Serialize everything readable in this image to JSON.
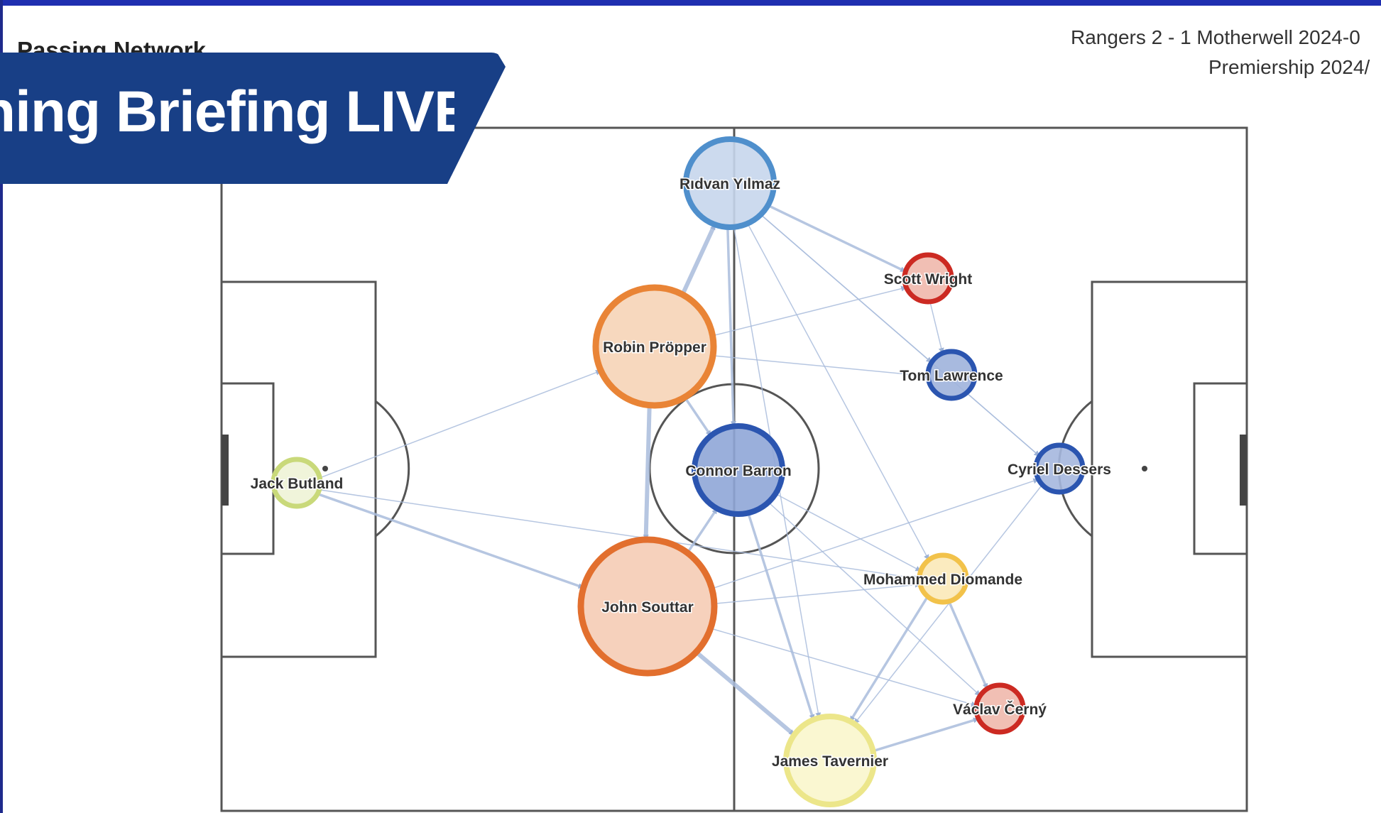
{
  "header": {
    "title": "Passing Network",
    "match_line_1": "Rangers 2 - 1 Motherwell 2024-0",
    "match_line_2": "Premiership 2024/"
  },
  "banner": {
    "text": "ning Briefing LIVE",
    "bg_color": "#183f86"
  },
  "players": [
    {
      "id": "butland",
      "name": "Jack Butland",
      "color": "#c9d97a",
      "fill": "#eef3d6",
      "size": "small"
    },
    {
      "id": "yilmaz",
      "name": "Rıdvan Yılmaz",
      "color": "#4f8fcc",
      "fill": "#c6d6ec",
      "size": "large"
    },
    {
      "id": "propper",
      "name": "Robin Pröpper",
      "color": "#e98436",
      "fill": "#f6d4b7",
      "size": "xlarge"
    },
    {
      "id": "souttar",
      "name": "John Souttar",
      "color": "#e26f2e",
      "fill": "#f5ccb5",
      "size": "xxlarge"
    },
    {
      "id": "barron",
      "name": "Connor Barron",
      "color": "#2b55b0",
      "fill": "#8fa6d7",
      "size": "large"
    },
    {
      "id": "wright",
      "name": "Scott Wright",
      "color": "#cc2a22",
      "fill": "#efb8ac",
      "size": "small"
    },
    {
      "id": "lawrence",
      "name": "Tom Lawrence",
      "color": "#2b55b0",
      "fill": "#9eb2dc",
      "size": "small"
    },
    {
      "id": "dessers",
      "name": "Cyriel Dessers",
      "color": "#2b55b0",
      "fill": "#a5b7de",
      "size": "small"
    },
    {
      "id": "diomande",
      "name": "Mohammed Diomande",
      "color": "#f2c24a",
      "fill": "#fbe9b8",
      "size": "small"
    },
    {
      "id": "cerny",
      "name": "Václav Černý",
      "color": "#cc2a22",
      "fill": "#efb8ac",
      "size": "small"
    },
    {
      "id": "tavernier",
      "name": "James Tavernier",
      "color": "#ece68a",
      "fill": "#f9f6cc",
      "size": "large"
    }
  ],
  "links": [
    [
      "butland",
      "souttar",
      "medium"
    ],
    [
      "butland",
      "propper",
      "thin"
    ],
    [
      "butland",
      "diomande",
      "thin"
    ],
    [
      "propper",
      "yilmaz",
      "thick"
    ],
    [
      "propper",
      "souttar",
      "thick"
    ],
    [
      "propper",
      "barron",
      "medium"
    ],
    [
      "propper",
      "wright",
      "thin"
    ],
    [
      "propper",
      "lawrence",
      "thin"
    ],
    [
      "souttar",
      "barron",
      "medium"
    ],
    [
      "souttar",
      "tavernier",
      "thick"
    ],
    [
      "souttar",
      "diomande",
      "thin"
    ],
    [
      "souttar",
      "cerny",
      "thin"
    ],
    [
      "souttar",
      "dessers",
      "thin"
    ],
    [
      "yilmaz",
      "barron",
      "medium"
    ],
    [
      "yilmaz",
      "wright",
      "medium"
    ],
    [
      "yilmaz",
      "lawrence",
      "thin"
    ],
    [
      "yilmaz",
      "diomande",
      "thin"
    ],
    [
      "yilmaz",
      "dessers",
      "thin"
    ],
    [
      "yilmaz",
      "tavernier",
      "thin"
    ],
    [
      "barron",
      "tavernier",
      "medium"
    ],
    [
      "barron",
      "diomande",
      "thin"
    ],
    [
      "barron",
      "cerny",
      "thin"
    ],
    [
      "wright",
      "lawrence",
      "thin"
    ],
    [
      "lawrence",
      "dessers",
      "thin"
    ],
    [
      "diomande",
      "tavernier",
      "medium"
    ],
    [
      "diomande",
      "cerny",
      "medium"
    ],
    [
      "dessers",
      "tavernier",
      "thin"
    ],
    [
      "tavernier",
      "cerny",
      "medium"
    ]
  ]
}
